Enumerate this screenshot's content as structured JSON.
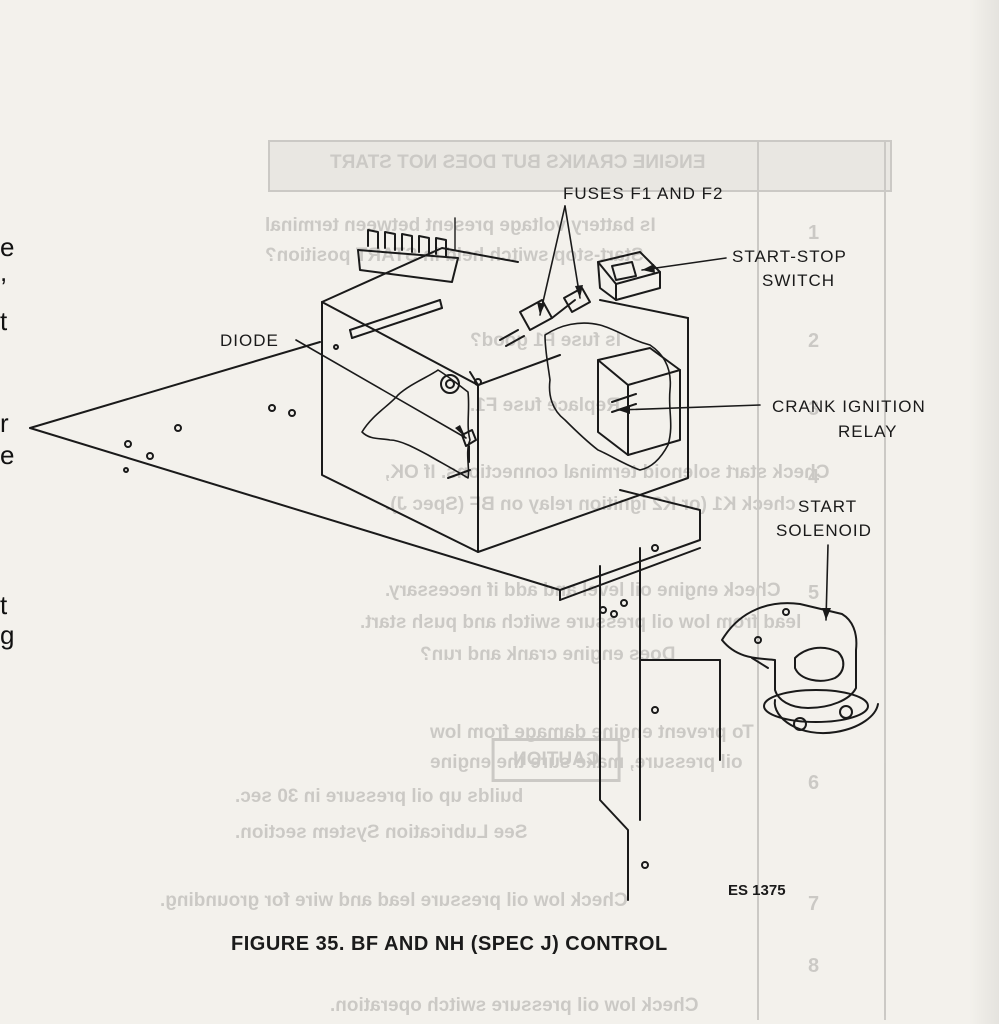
{
  "labels": {
    "fuses": "FUSES F1 AND F2",
    "start_stop_line1": "START-STOP",
    "start_stop_line2": "SWITCH",
    "diode": "DIODE",
    "crank_line1": "CRANK IGNITION",
    "crank_line2": "RELAY",
    "solenoid_line1": "START",
    "solenoid_line2": "SOLENOID"
  },
  "figure_id": "ES 1375",
  "caption": "FIGURE 35. BF AND NH (SPEC J) CONTROL",
  "left_margin_fragments": [
    "e",
    ",",
    "t",
    "r",
    "e",
    "t",
    "g"
  ],
  "show_through": {
    "lines": [
      "ENGINE CRANKS BUT DOES NOT START",
      "Is battery voltage present between terminal",
      "Start-stop switch held in START position?",
      "Is fuse F1 good?",
      "Replace fuse F1.",
      "Check start solenoid terminal connections. If OK,",
      "check K1 (or K2 ignition relay on BF (Spec J).",
      "Check engine oil level and add if necessary.",
      "lead from low oil pressure switch and push start.",
      "Does engine crank and run?",
      "To prevent engine damage from low",
      "oil pressure, make sure the engine",
      "builds up oil pressure in 30 sec.",
      "See Lubrication System section.",
      "Check low oil pressure lead and wire for grounding.",
      "Check low oil pressure switch operation."
    ],
    "numbers": [
      "1",
      "2",
      "3",
      "4",
      "5",
      "6",
      "7",
      "8"
    ],
    "caution": "CAUTION"
  }
}
